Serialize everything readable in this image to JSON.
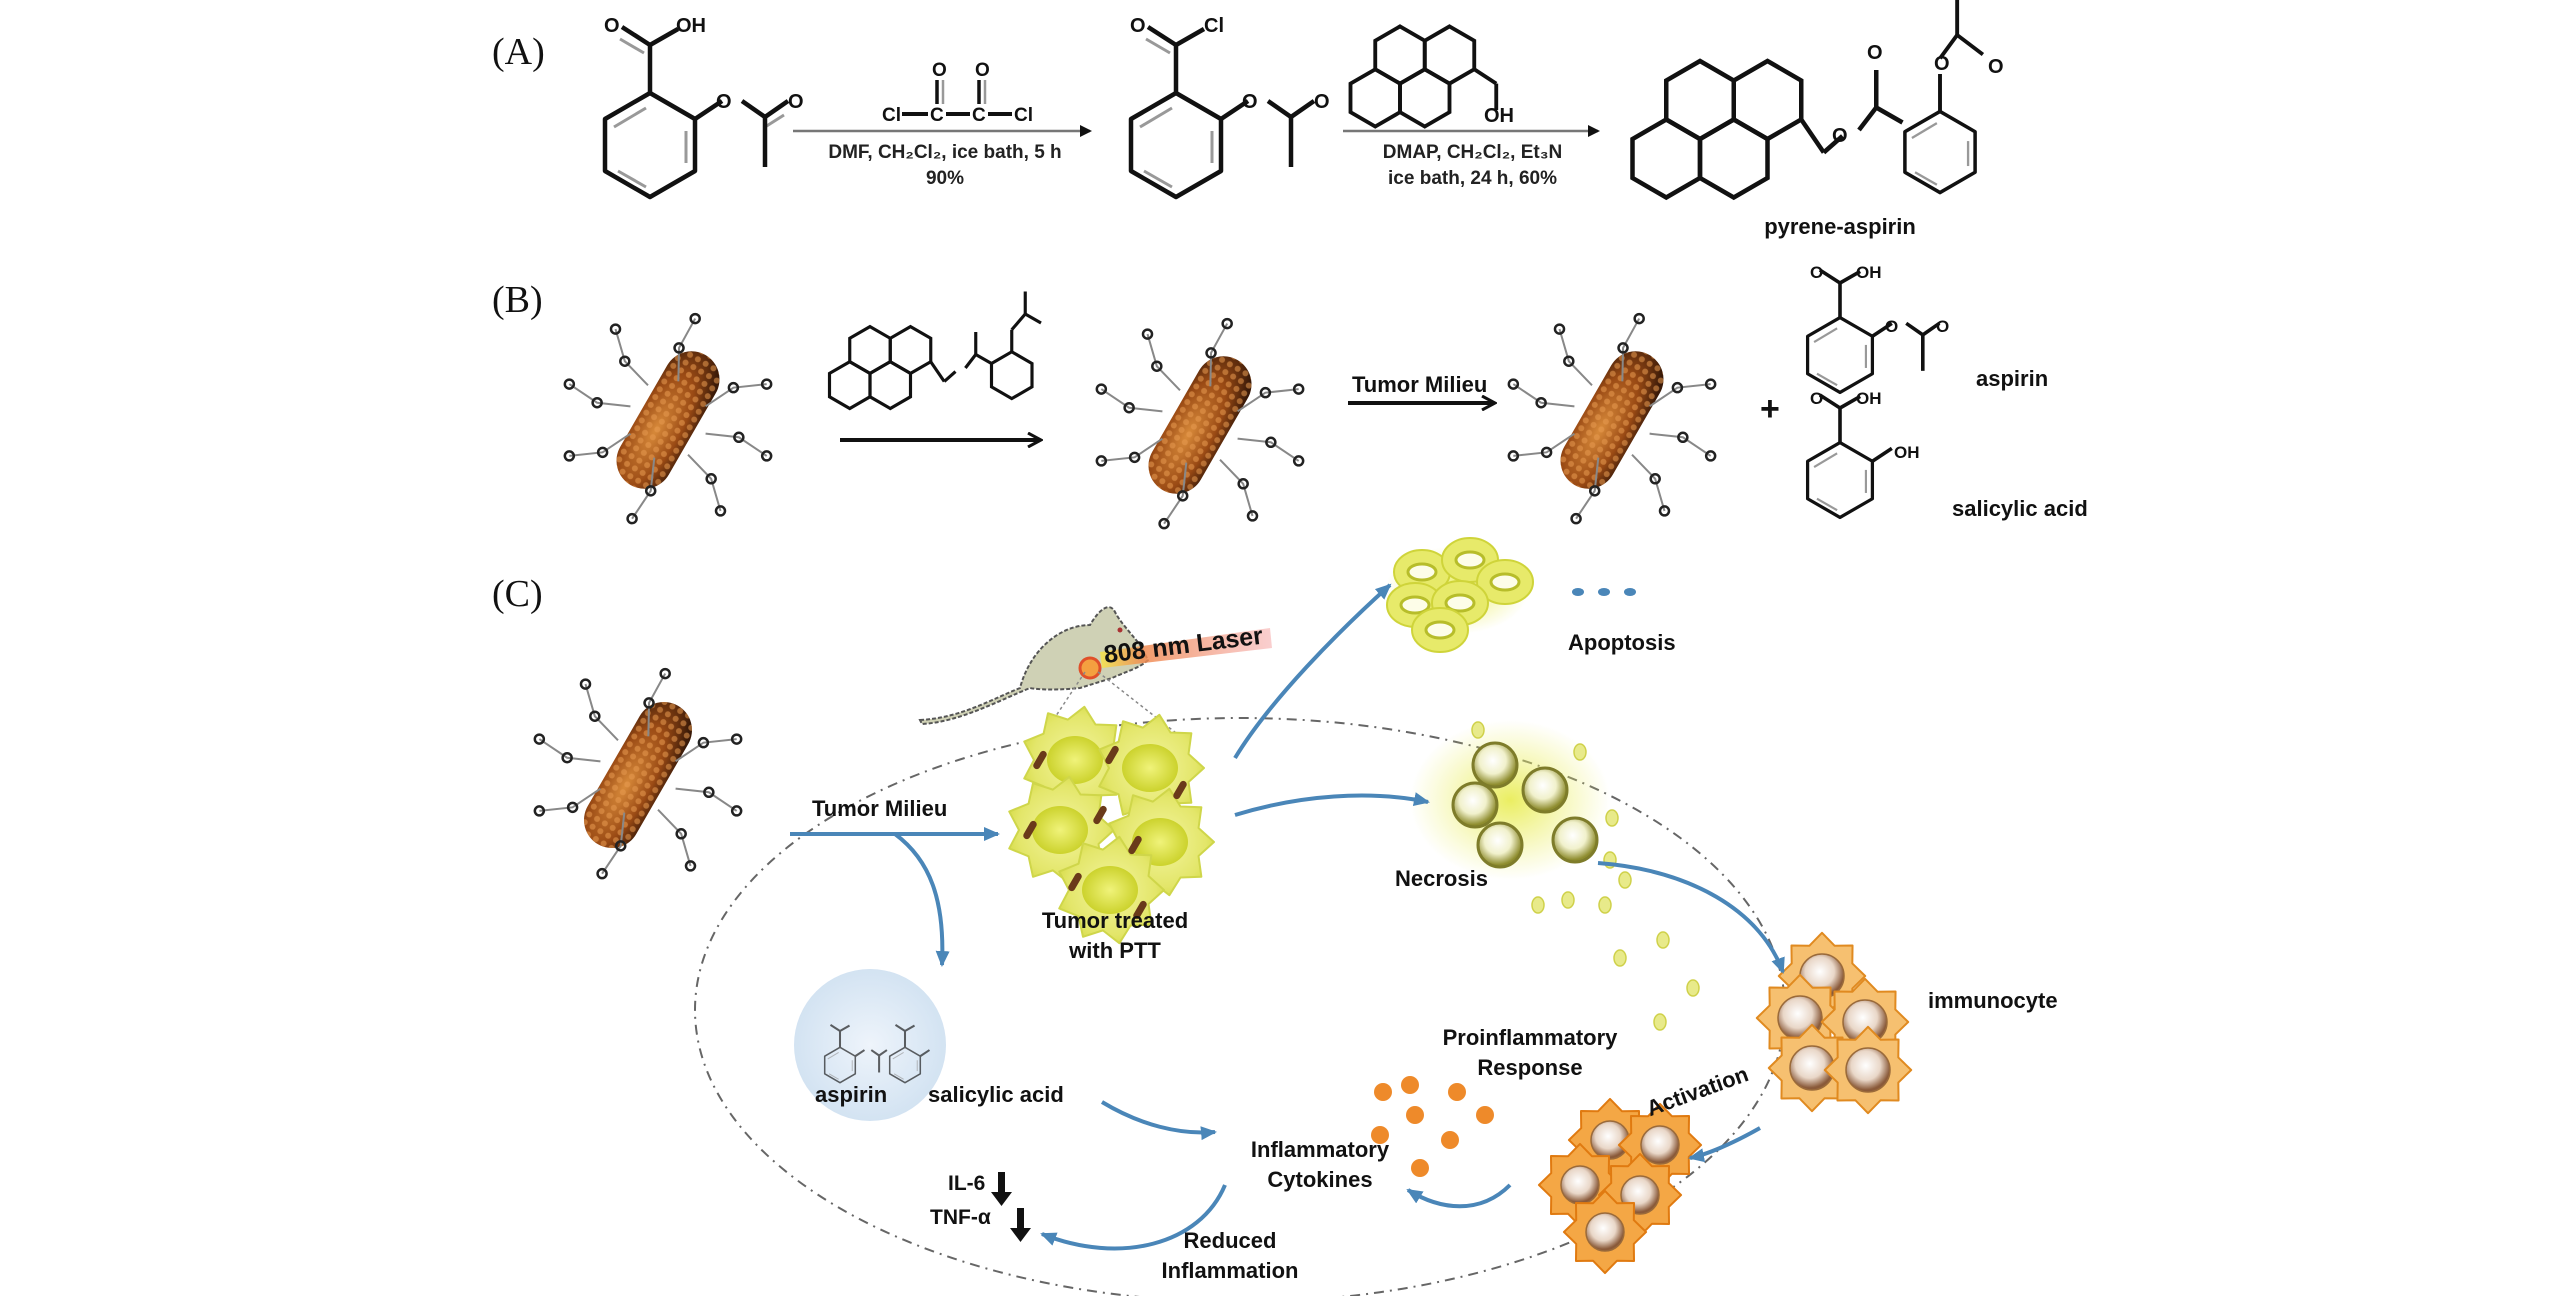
{
  "figure": {
    "panels": [
      {
        "id": "A",
        "label": "(A)"
      },
      {
        "id": "B",
        "label": "(B)"
      },
      {
        "id": "C",
        "label": "(C)"
      }
    ]
  },
  "panel_a": {
    "reagent1": {
      "atoms": [
        "Cl",
        "C",
        "C",
        "Cl",
        "O",
        "O"
      ],
      "name": "oxalyl chloride"
    },
    "step1_conditions": "DMF, CH₂Cl₂, ice bath, 5 h",
    "step1_yield": "90%",
    "step2_conditions": "DMAP, CH₂Cl₂, Et₃N",
    "step2_conditions_2": "ice bath, 24 h, 60%",
    "start_atoms": {
      "oh": "OH",
      "o": "O"
    },
    "intermediate_atoms": {
      "cl": "Cl",
      "o": "O"
    },
    "reagent2_atoms": {
      "oh": "OH"
    },
    "product_label": "pyrene-aspirin"
  },
  "panel_b": {
    "arrow2_label": "Tumor Milieu",
    "plus": "+",
    "product1_label": "aspirin",
    "product2_label": "salicylic acid",
    "atoms": {
      "oh": "OH",
      "o": "O"
    }
  },
  "panel_c": {
    "laser_label": "808 nm Laser",
    "tumor_milieu": "Tumor Milieu",
    "tumor_treated_line1": "Tumor treated",
    "tumor_treated_line2": "with PTT",
    "apoptosis": "Apoptosis",
    "necrosis": "Necrosis",
    "immunocyte": "immunocyte",
    "activation": "Activation",
    "proinflammatory_line1": "Proinflammatory",
    "proinflammatory_line2": "Response",
    "cytokines_line1": "Inflammatory",
    "cytokines_line2": "Cytokines",
    "aspirin": "aspirin",
    "salicylic_acid": "salicylic acid",
    "il6": "IL-6",
    "tnfa": "TNF-α",
    "reduced_line1": "Reduced",
    "reduced_line2": "Inflammation"
  },
  "colors": {
    "arrow_blue": "#4a86b8",
    "nanorod": "#9a4a14",
    "tumor_yellow": "#d9e04a",
    "immune_orange": "#f0a030",
    "cytokine_orange": "#ee8a2a",
    "laser_red": "#e8605a",
    "mouse": "#cfd1b5",
    "aspirin_bubble": "#dceaf6"
  }
}
